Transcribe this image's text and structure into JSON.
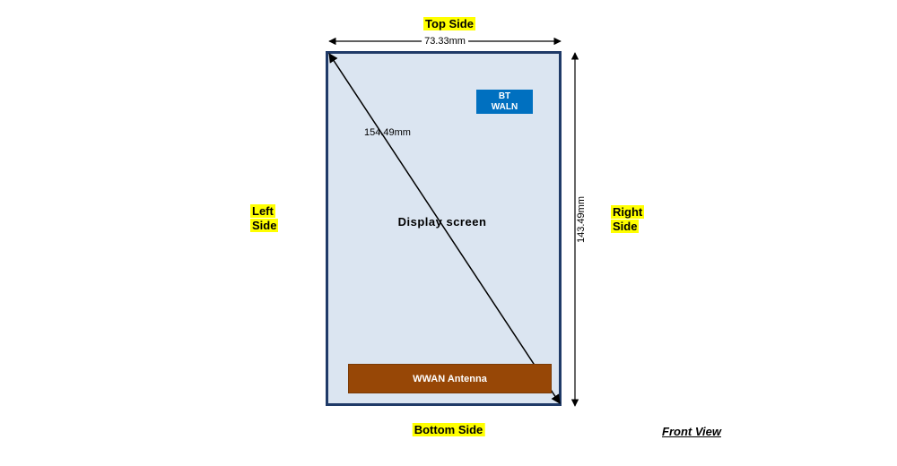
{
  "labels": {
    "top_side": "Top Side",
    "bottom_side": "Bottom Side",
    "left_side_line1": "Left",
    "left_side_line2": "Side",
    "right_side_line1": "Right",
    "right_side_line2": "Side",
    "front_view": "Front View"
  },
  "device": {
    "display_label": "Display screen",
    "bt_badge_line1": "BT",
    "bt_badge_line2": "WALN",
    "wwan_label": "WWAN Antenna"
  },
  "dimensions": {
    "width": "73.33mm",
    "height": "143.49mm",
    "diagonal": "154.49mm"
  },
  "colors": {
    "highlight": "#ffff00",
    "device_fill": "#dbe5f1",
    "device_border": "#1f3a68",
    "bt_badge": "#0070c0",
    "wwan_bar": "#974706",
    "arrow": "#000000"
  }
}
